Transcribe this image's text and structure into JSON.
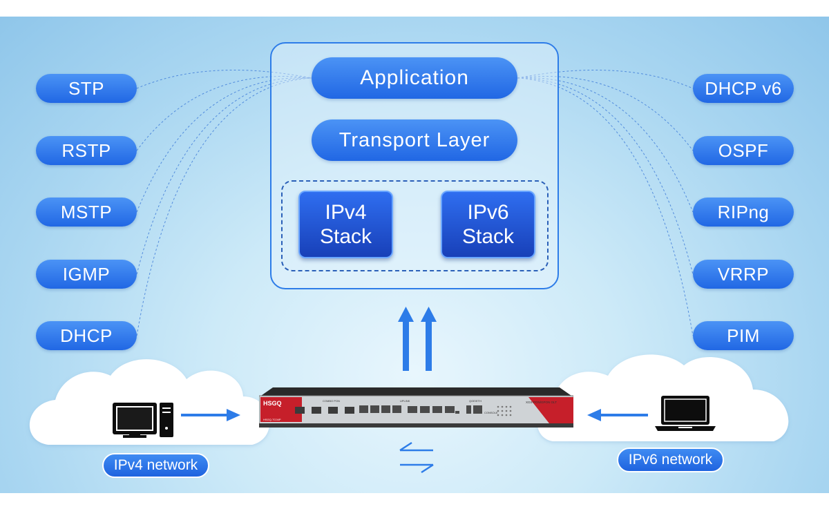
{
  "colors": {
    "accent": "#2a6fe8",
    "stack": "#1d4fc9",
    "outline": "#2d7ce8"
  },
  "left_protocols": [
    "STP",
    "RSTP",
    "MSTP",
    "IGMP",
    "DHCP"
  ],
  "right_protocols": [
    "DHCP v6",
    "OSPF",
    "RIPng",
    "VRRP",
    "PIM"
  ],
  "stack_panel": {
    "application": "Application",
    "transport": "Transport Layer",
    "ipv4_line1": "IPv4",
    "ipv4_line2": "Stack",
    "ipv6_line1": "IPv6",
    "ipv6_line2": "Stack"
  },
  "networks": {
    "ipv4": "IPv4 network",
    "ipv6": "IPv6 network"
  },
  "device": {
    "brand": "HSGQ",
    "model": "HSGQ-TC04P",
    "tag": "XGS-PON/GPON OLT",
    "combo_label": "COMBO PON",
    "uplink_label": "UPLINK",
    "console_label": "CONSOLE",
    "mgmt_label": "QGE/ETH"
  },
  "icons": [
    "desktop-computer-icon",
    "laptop-icon",
    "up-arrows-icon",
    "exchange-arrows-icon",
    "cloud-icon"
  ]
}
